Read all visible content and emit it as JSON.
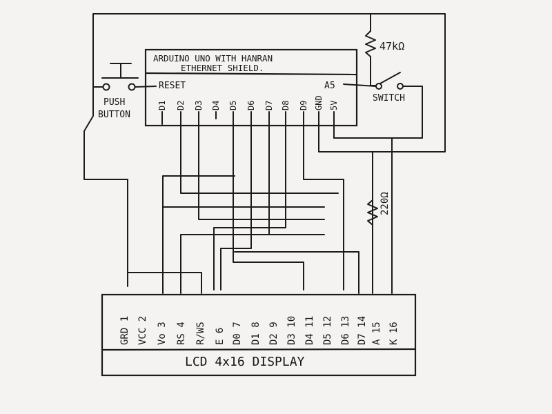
{
  "arduino": {
    "title_line1": "ARDUINO UNO WITH HANRAN",
    "title_line2": "ETHERNET SHIELD.",
    "reset_label": "RESET",
    "a5_label": "A5",
    "pins": [
      "D1",
      "D2",
      "D3",
      "D4",
      "D5",
      "D6",
      "D7",
      "D8",
      "D9",
      "GND",
      "5V"
    ]
  },
  "push_button": {
    "line1": "PUSH",
    "line2": "BUTTON"
  },
  "switch": {
    "label": "SWITCH"
  },
  "resistor_top": {
    "label": "47kΩ"
  },
  "resistor_bottom": {
    "label": "220Ω"
  },
  "lcd": {
    "title": "LCD 4x16 DISPLAY",
    "pins": [
      "GRD 1",
      "VCC 2",
      "Vo 3",
      "RS 4",
      "R/WS",
      "E 6",
      "D0 7",
      "D1 8",
      "D2 9",
      "D3 10",
      "D4 11",
      "D5 12",
      "D6 13",
      "D7 14",
      "A 15",
      "K 16"
    ]
  }
}
